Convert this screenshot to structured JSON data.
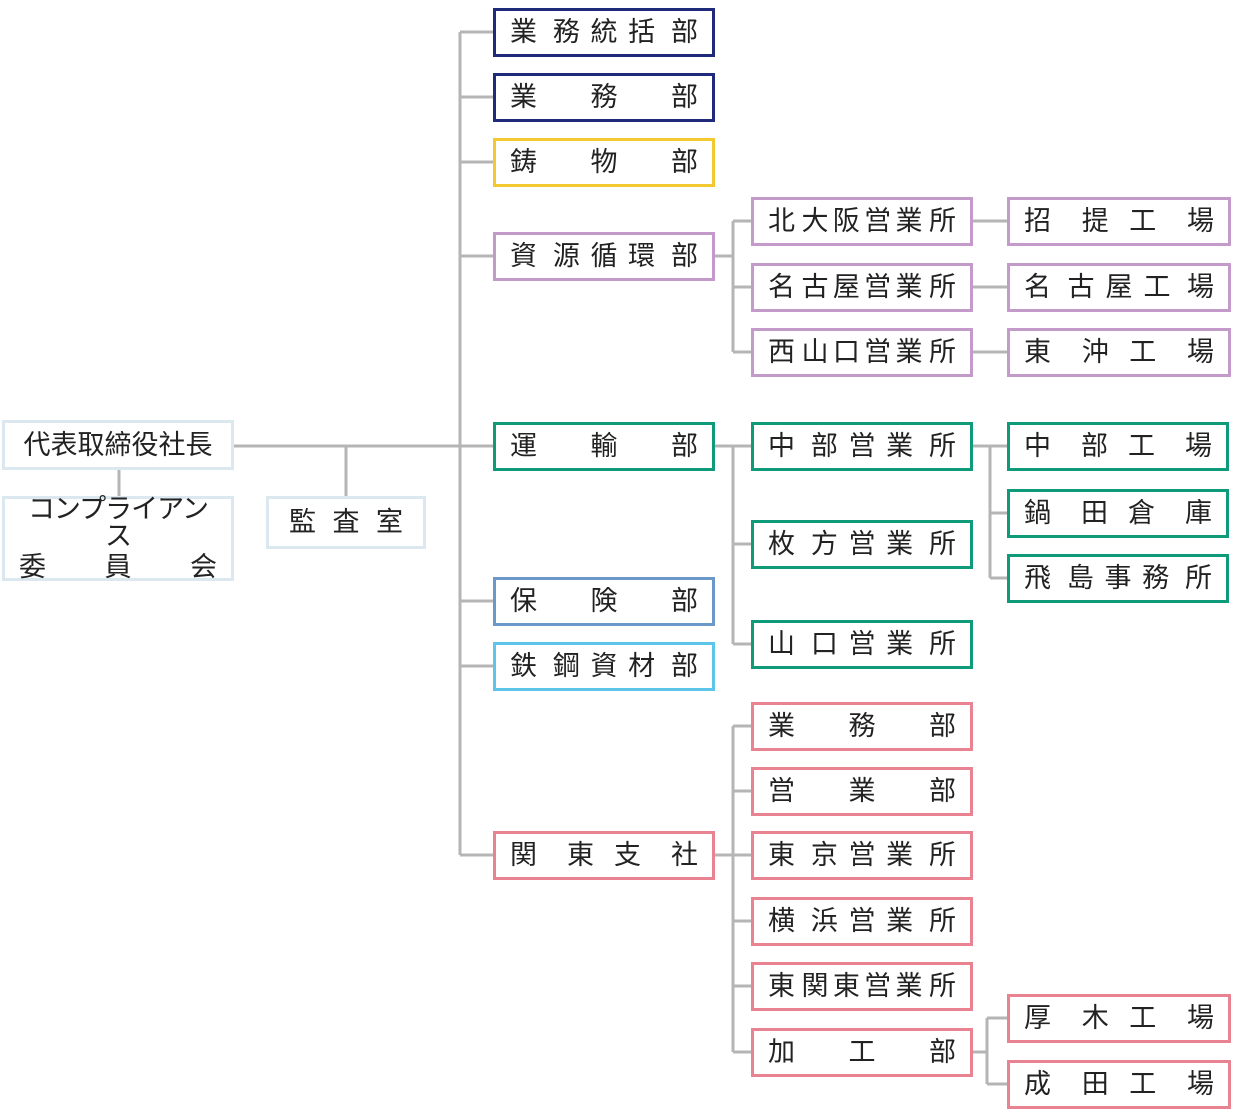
{
  "colors": {
    "line": "#b5b5b5",
    "navy": "#1f2a7a",
    "yellow": "#f2c930",
    "purple": "#c39ac9",
    "green": "#0f9a7a",
    "blue": "#6b98c9",
    "cyan": "#5ec5ea",
    "pink": "#e98391",
    "light": "#dbe8ef"
  },
  "org": {
    "president": "代表取締役社長",
    "compliance": {
      "line1": "コンプライアンス",
      "line2": "委員会"
    },
    "audit": "監査室",
    "departments": {
      "gyomu_tokatsu": "業務統括部",
      "gyomu": "業務部",
      "imono": "鋳物部",
      "shigen": "資源循環部",
      "unyu": "運輸部",
      "hoken": "保険部",
      "tekko": "鉄鋼資材部",
      "kanto": "関東支社"
    },
    "shigen_children": {
      "kitaosaka": "北大阪営業所",
      "nagoya": "名古屋営業所",
      "nishiyamaguchi": "西山口営業所",
      "maneki": "招提工場",
      "nagoya_factory": "名古屋工場",
      "higashioki": "東沖工場"
    },
    "unyu_children": {
      "chubu_office": "中部営業所",
      "hirakata": "枚方営業所",
      "yamaguchi": "山口営業所",
      "chubu_factory": "中部工場",
      "nabeta": "鍋田倉庫",
      "asuka": "飛島事務所"
    },
    "kanto_children": {
      "gyomu": "業務部",
      "eigyo": "営業部",
      "tokyo": "東京営業所",
      "yokohama": "横浜営業所",
      "higashikanto": "東関東営業所",
      "kako": "加工部",
      "atsugi": "厚木工場",
      "narita": "成田工場"
    }
  }
}
